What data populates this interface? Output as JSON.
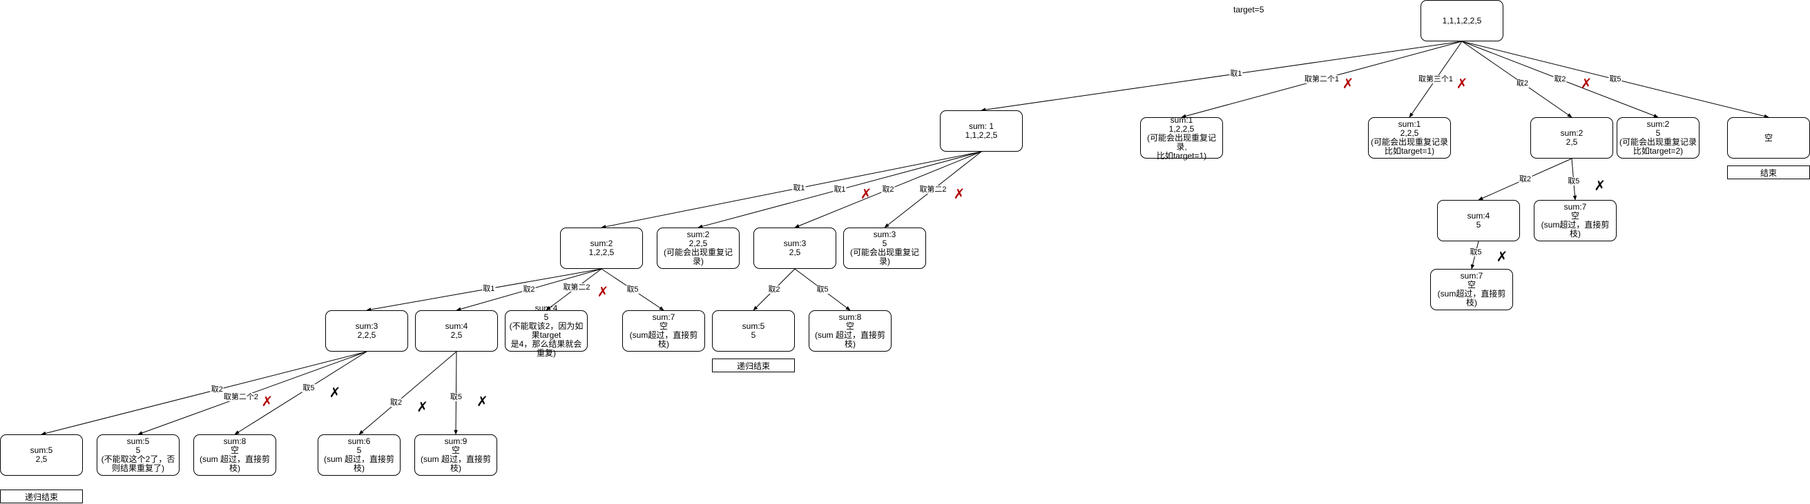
{
  "title": "target=5",
  "nodes": [
    {
      "id": "root",
      "text": "1,1,1,2,2,5"
    },
    {
      "id": "a1",
      "text": "sum: 1\n1,1,2,2,5"
    },
    {
      "id": "a2",
      "text": "sum:1\n1,2,2,5\n(可能会出现重复记录,\n比如target=1)"
    },
    {
      "id": "a3",
      "text": "sum:1\n2,2,5\n(可能会出现重复记录\n比如target=1)"
    },
    {
      "id": "a4",
      "text": "sum:2\n2,5"
    },
    {
      "id": "a5",
      "text": "sum:2\n5\n(可能会出现重复记录\n比如target=2)"
    },
    {
      "id": "a6",
      "text": "空"
    },
    {
      "id": "b1",
      "text": "sum:2\n1,2,2,5"
    },
    {
      "id": "b2",
      "text": "sum:2\n2,2,5\n(可能会出现重复记录)"
    },
    {
      "id": "b3",
      "text": "sum:3\n2,5"
    },
    {
      "id": "b4",
      "text": "sum:3\n5\n(可能会出现重复记录)"
    },
    {
      "id": "b5",
      "text": "sum:4\n5"
    },
    {
      "id": "b6",
      "text": "sum:7\n空\n(sum超过，直接剪枝)"
    },
    {
      "id": "b7",
      "text": "sum:7\n空\n(sum超过，直接剪枝)"
    },
    {
      "id": "c1",
      "text": "sum:3\n2,2,5"
    },
    {
      "id": "c2",
      "text": "sum:4\n2,5"
    },
    {
      "id": "c3",
      "text": "sum:4\n5\n(不能取该2，因为如果target\n是4，那么结果就会重复)"
    },
    {
      "id": "c4",
      "text": "sum:7\n空\n(sum超过，直接剪枝)"
    },
    {
      "id": "c5",
      "text": "sum:5\n5"
    },
    {
      "id": "c6",
      "text": "sum:8\n空\n(sum 超过，直接剪枝)"
    },
    {
      "id": "d1",
      "text": "sum:5\n2,5"
    },
    {
      "id": "d2",
      "text": "sum:5\n5\n(不能取这个2了，否\n则结果重复了)"
    },
    {
      "id": "d3",
      "text": "sum:8\n空\n(sum 超过，直接剪枝)"
    },
    {
      "id": "d4",
      "text": "sum:6\n5\n(sum 超过，直接剪枝)"
    },
    {
      "id": "d5",
      "text": "sum:9\n空\n(sum 超过，直接剪枝)"
    }
  ],
  "tags": [
    {
      "id": "t1",
      "text": "结束"
    },
    {
      "id": "t2",
      "text": "递归结束"
    },
    {
      "id": "t3",
      "text": "递归结束"
    }
  ],
  "edges": [
    {
      "from": "root",
      "to": "a1",
      "label": "取1",
      "cross": "none"
    },
    {
      "from": "root",
      "to": "a2",
      "label": "取第二个1",
      "cross": "red"
    },
    {
      "from": "root",
      "to": "a3",
      "label": "取第三个1",
      "cross": "red"
    },
    {
      "from": "root",
      "to": "a4",
      "label": "取2",
      "cross": "none"
    },
    {
      "from": "root",
      "to": "a5",
      "label": "取2",
      "cross": "red"
    },
    {
      "from": "root",
      "to": "a6",
      "label": "取5",
      "cross": "none"
    },
    {
      "from": "a1",
      "to": "b1",
      "label": "取1",
      "cross": "none"
    },
    {
      "from": "a1",
      "to": "b2",
      "label": "取1",
      "cross": "red"
    },
    {
      "from": "a1",
      "to": "b3",
      "label": "取2",
      "cross": "none"
    },
    {
      "from": "a1",
      "to": "b4",
      "label": "取第二2",
      "cross": "red"
    },
    {
      "from": "a4",
      "to": "b5",
      "label": "取2",
      "cross": "none"
    },
    {
      "from": "a4",
      "to": "b6",
      "label": "取5",
      "cross": "black"
    },
    {
      "from": "b5",
      "to": "b7",
      "label": "取5",
      "cross": "black"
    },
    {
      "from": "b1",
      "to": "c1",
      "label": "取1",
      "cross": "none"
    },
    {
      "from": "b1",
      "to": "c2",
      "label": "取2",
      "cross": "none"
    },
    {
      "from": "b1",
      "to": "c3",
      "label": "取第二2",
      "cross": "red"
    },
    {
      "from": "b1",
      "to": "c4",
      "label": "取5",
      "cross": "none"
    },
    {
      "from": "b3",
      "to": "c5",
      "label": "取2",
      "cross": "none"
    },
    {
      "from": "b3",
      "to": "c6",
      "label": "取5",
      "cross": "none"
    },
    {
      "from": "c1",
      "to": "d1",
      "label": "取2",
      "cross": "none"
    },
    {
      "from": "c1",
      "to": "d2",
      "label": "取第二个2",
      "cross": "red"
    },
    {
      "from": "c1",
      "to": "d3",
      "label": "取5",
      "cross": "black"
    },
    {
      "from": "c2",
      "to": "d4",
      "label": "取2",
      "cross": "black"
    },
    {
      "from": "c2",
      "to": "d5",
      "label": "取5",
      "cross": "black"
    }
  ]
}
